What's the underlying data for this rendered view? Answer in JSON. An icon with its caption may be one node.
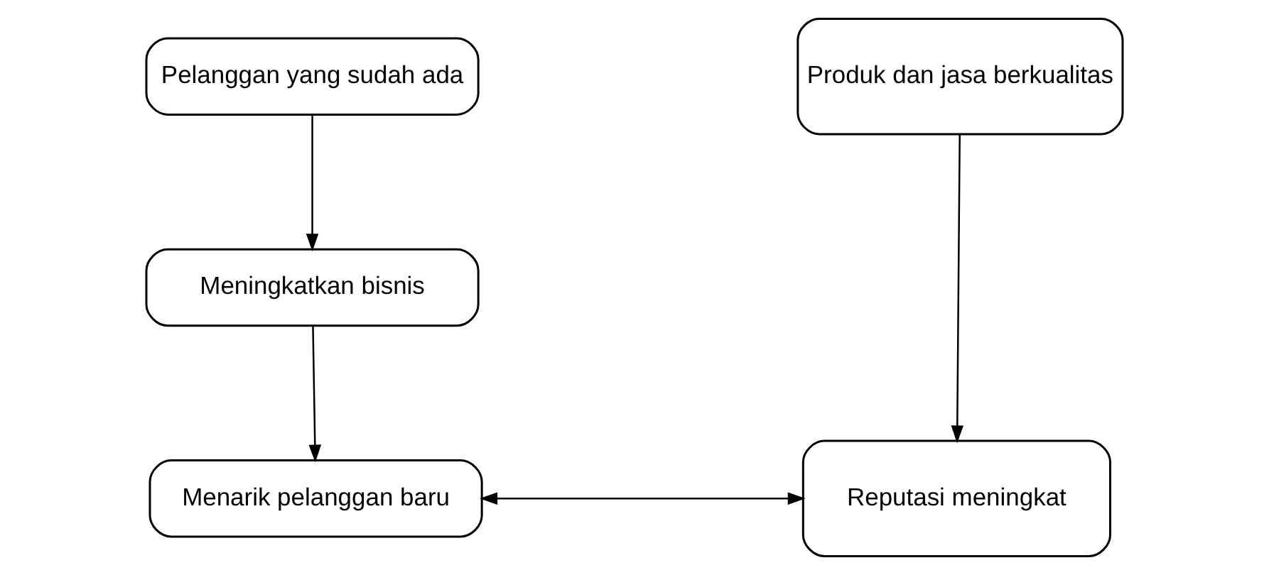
{
  "diagram": {
    "nodes": [
      {
        "text": [
          "Pelanggan yang sudah ada"
        ]
      },
      {
        "text": [
          "Meningkatkan bisnis"
        ]
      },
      {
        "text": [
          "Menarik pelanggan baru"
        ]
      },
      {
        "text": [
          "Produk dan jasa berkualitas"
        ]
      },
      {
        "text": [
          "Reputasi meningkat"
        ]
      }
    ],
    "edges": [
      {
        "from": 0,
        "to": 1,
        "arrow": "to"
      },
      {
        "from": 1,
        "to": 2,
        "arrow": "to"
      },
      {
        "from": 3,
        "to": 4,
        "arrow": "to"
      },
      {
        "from": 2,
        "to": 4,
        "arrow": "both"
      }
    ]
  }
}
